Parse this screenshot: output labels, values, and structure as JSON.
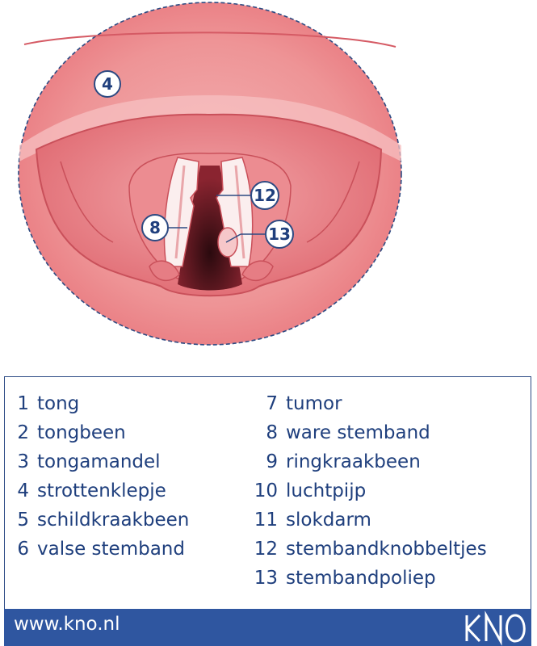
{
  "illustration": {
    "callouts": [
      {
        "id": "c4",
        "label": "4"
      },
      {
        "id": "c8",
        "label": "8"
      },
      {
        "id": "c12",
        "label": "12"
      },
      {
        "id": "c13",
        "label": "13"
      }
    ]
  },
  "legend": {
    "left": [
      {
        "num": "1",
        "label": "tong"
      },
      {
        "num": "2",
        "label": "tongbeen"
      },
      {
        "num": "3",
        "label": "tongamandel"
      },
      {
        "num": "4",
        "label": "strottenklepje"
      },
      {
        "num": "5",
        "label": "schildkraakbeen"
      },
      {
        "num": "6",
        "label": "valse stemband"
      }
    ],
    "right": [
      {
        "num": "7",
        "label": "tumor"
      },
      {
        "num": "8",
        "label": "ware stemband"
      },
      {
        "num": "9",
        "label": "ringkraakbeen"
      },
      {
        "num": "10",
        "label": "luchtpijp"
      },
      {
        "num": "11",
        "label": "slokdarm"
      },
      {
        "num": "12",
        "label": "stembandknobbeltjes"
      },
      {
        "num": "13",
        "label": "stembandpoliep"
      }
    ]
  },
  "footer": {
    "url": "www.kno.nl",
    "logo_text": "KNO"
  },
  "colors": {
    "brand": "#2f56a0",
    "text": "#1f3f7d",
    "tissue": "#e8757c"
  }
}
